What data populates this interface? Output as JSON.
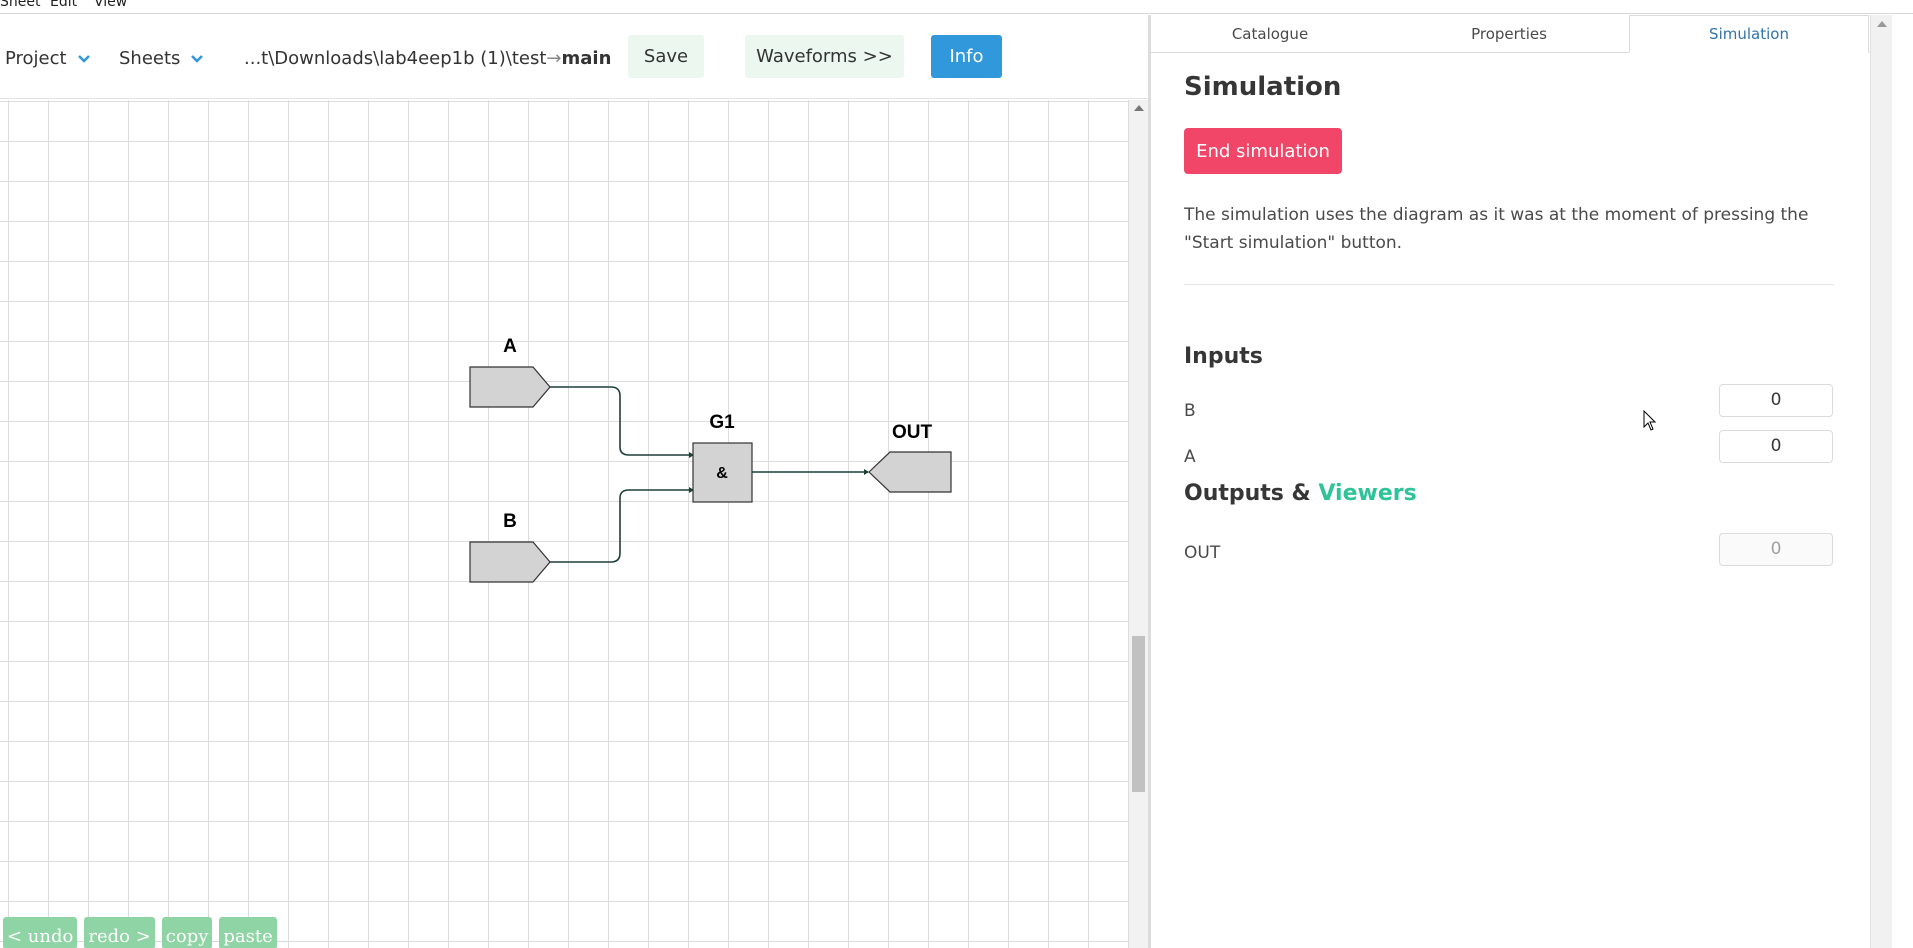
{
  "menubar": {
    "items": [
      "Sheet",
      "Edit",
      "View"
    ]
  },
  "toolbar": {
    "project_label": "Project",
    "sheets_label": "Sheets",
    "path_prefix": "...t\\Downloads\\lab4eep1b (1)\\test",
    "path_arrow": "→",
    "path_sheet": "main",
    "save_label": "Save",
    "waveforms_label": "Waveforms >>",
    "info_label": "Info"
  },
  "diagram": {
    "input_a_label": "A",
    "input_b_label": "B",
    "gate_label": "G1",
    "gate_symbol": "&",
    "output_label": "OUT"
  },
  "edit_buttons": {
    "undo": "< undo",
    "redo": "redo >",
    "copy": "copy",
    "paste": "paste"
  },
  "tabs": {
    "catalogue": "Catalogue",
    "properties": "Properties",
    "simulation": "Simulation",
    "active": "Simulation"
  },
  "simulation": {
    "title": "Simulation",
    "end_button": "End simulation",
    "description": "The simulation uses the diagram as it was at the moment of pressing the \"Start simulation\" button.",
    "inputs_heading": "Inputs",
    "inputs": [
      {
        "name": "B",
        "value": "0"
      },
      {
        "name": "A",
        "value": "0"
      }
    ],
    "outputs_heading_prefix": "Outputs & ",
    "outputs_heading_accent": "Viewers",
    "outputs": [
      {
        "name": "OUT",
        "value": "0"
      }
    ]
  },
  "colors": {
    "info_button": "#3298dc",
    "end_button": "#f14668",
    "viewers_accent": "#2fc39a",
    "active_tab": "#3273a8",
    "edit_buttons": "#8fd4a4",
    "wire": "#1f3f3a"
  }
}
